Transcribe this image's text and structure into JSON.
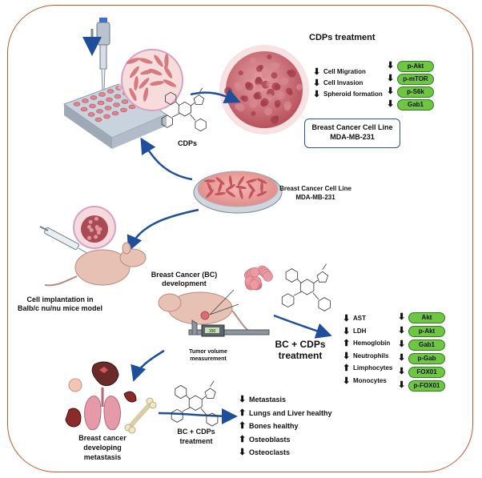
{
  "titles": {
    "cdps_treatment": "CDPs treatment",
    "cdps": "CDPs",
    "cell_line_top": "Breast Cancer Cell Line",
    "cell_line_top_sub": "MDA-MB-231",
    "cell_line_mid": "Breast Cancer Cell Line",
    "cell_line_mid_sub": "MDA-MB-231",
    "implant_1": "Cell implantation in",
    "implant_2": "Balb/c nu/nu mice model",
    "bc_dev_1": "Breast Cancer (BC)",
    "bc_dev_2": "development",
    "tumor_1": "Tumor volume",
    "tumor_2": "measurement",
    "bc_cdps_1": "BC + CDPs",
    "bc_cdps_2": "treatment",
    "meta_1": "Breast cancer",
    "meta_2": "developing",
    "meta_3": "metastasis",
    "bottom_treat_1": "BC + CDPs",
    "bottom_treat_2": "treatment"
  },
  "invitro_effects": [
    {
      "dir": "down",
      "label": "Cell Migration"
    },
    {
      "dir": "down",
      "label": "Cell Invasion"
    },
    {
      "dir": "down",
      "label": "Spheroid formation"
    }
  ],
  "invitro_markers": [
    {
      "dir": "down",
      "label": "p-Akt"
    },
    {
      "dir": "down",
      "label": "p-mTOR"
    },
    {
      "dir": "down",
      "label": "p-S6k"
    },
    {
      "dir": "down",
      "label": "Gab1"
    }
  ],
  "invivo_blood": [
    {
      "dir": "down",
      "label": "AST"
    },
    {
      "dir": "down",
      "label": "LDH"
    },
    {
      "dir": "up",
      "label": "Hemoglobin"
    },
    {
      "dir": "down",
      "label": "Neutrophils"
    },
    {
      "dir": "up",
      "label": "Limphocytes"
    },
    {
      "dir": "down",
      "label": "Monocytes"
    }
  ],
  "invivo_markers": [
    {
      "dir": "down",
      "label": "Akt"
    },
    {
      "dir": "down",
      "label": "p-Akt"
    },
    {
      "dir": "down",
      "label": "Gab1"
    },
    {
      "dir": "down",
      "label": "p-Gab"
    },
    {
      "dir": "down",
      "label": "FOX01"
    },
    {
      "dir": "down",
      "label": "p-FOX01"
    }
  ],
  "outcomes": [
    {
      "dir": "down",
      "label": "Metastasis"
    },
    {
      "dir": "up",
      "label": "Lungs and Liver healthy"
    },
    {
      "dir": "up",
      "label": "Bones healthy"
    },
    {
      "dir": "up",
      "label": "Osteoblasts"
    },
    {
      "dir": "down",
      "label": "Osteoclasts"
    }
  ],
  "caliper_readout": "150",
  "colors": {
    "frame": "#c8562b",
    "arrow": "#1f4f9a",
    "pill": "#6ec643",
    "cells": "#c8666e"
  }
}
